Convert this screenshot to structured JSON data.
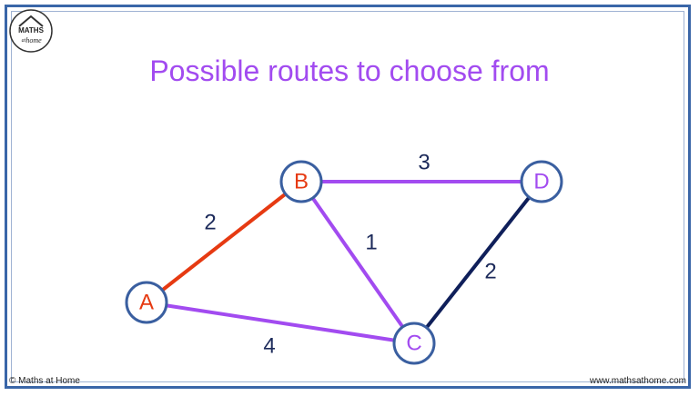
{
  "title": "Possible routes to choose from",
  "logo": {
    "line1": "MATHS",
    "line2": "home",
    "connector": "at"
  },
  "footer": {
    "left": "© Maths at Home",
    "right": "www.mathsathome.com"
  },
  "colors": {
    "frame": "#3a66a8",
    "title": "#a24bf0",
    "node_border": "#3a5fa0",
    "edge_highlight": "#e63a12",
    "edge_default": "#a24bf0",
    "edge_dark": "#0f1f5a",
    "label_dark": "#1c2a5a"
  },
  "nodes": [
    {
      "id": "A",
      "label": "A",
      "label_color": "#e63a12"
    },
    {
      "id": "B",
      "label": "B",
      "label_color": "#e63a12"
    },
    {
      "id": "C",
      "label": "C",
      "label_color": "#a24bf0"
    },
    {
      "id": "D",
      "label": "D",
      "label_color": "#a24bf0"
    }
  ],
  "edges": [
    {
      "from": "A",
      "to": "B",
      "weight": "2",
      "color": "#e63a12"
    },
    {
      "from": "B",
      "to": "D",
      "weight": "3",
      "color": "#a24bf0"
    },
    {
      "from": "B",
      "to": "C",
      "weight": "1",
      "color": "#a24bf0"
    },
    {
      "from": "A",
      "to": "C",
      "weight": "4",
      "color": "#a24bf0"
    },
    {
      "from": "C",
      "to": "D",
      "weight": "2",
      "color": "#0f1f5a"
    }
  ]
}
